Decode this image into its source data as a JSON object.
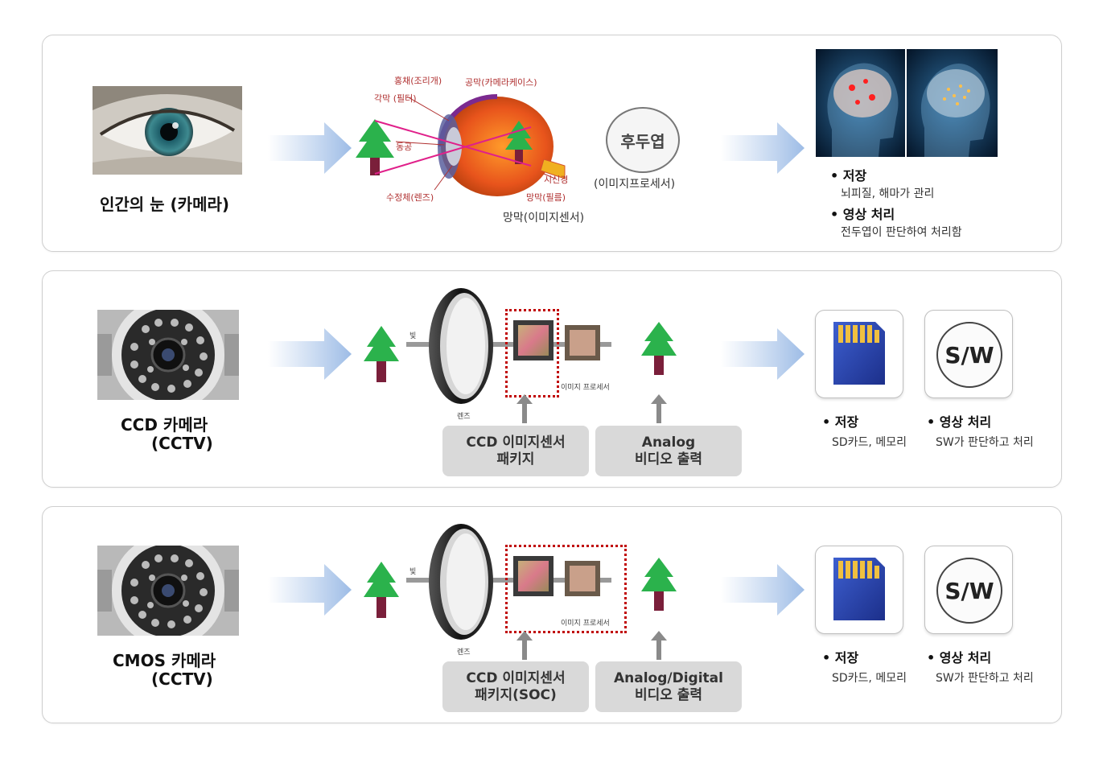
{
  "row1": {
    "title": "인간의 눈 (카메라)",
    "eye_labels": {
      "iris": "홍채(조리개)",
      "sclera": "공막(카메라케이스)",
      "cornea": "각막 (필터)",
      "pupil": "동공",
      "optic_nerve": "시신경",
      "lens": "수정체(렌즈)",
      "retina_film": "망막(필름)",
      "retina_sensor": "망막(이미지센서)"
    },
    "occipital": "후두엽",
    "occipital_sub": "(이미지프로세서)",
    "bullets": [
      {
        "title": "• 저장",
        "desc": "뇌피질, 해마가 관리"
      },
      {
        "title": "• 영상 처리",
        "desc": "전두엽이 판단하여 처리함"
      }
    ]
  },
  "row2": {
    "title_line1": "CCD 카메라",
    "title_line2": "(CCTV)",
    "light_label": "빛",
    "lens_label": "렌즈",
    "processor_label": "이미지 프로세서",
    "box1_line1": "CCD 이미지센서",
    "box1_line2": "패키지",
    "box2_line1": "Analog",
    "box2_line2": "비디오 출력",
    "sw": "S/W",
    "bullets": [
      {
        "title": "• 저장",
        "desc": "SD카드, 메모리"
      },
      {
        "title": "• 영상 처리",
        "desc": "SW가 판단하고 처리"
      }
    ]
  },
  "row3": {
    "title_line1": "CMOS 카메라",
    "title_line2": "(CCTV)",
    "light_label": "빛",
    "lens_label": "렌즈",
    "processor_label": "이미지 프로세서",
    "box1_line1": "CCD 이미지센서",
    "box1_line2": "패키지(SOC)",
    "box2_line1": "Analog/Digital",
    "box2_line2": "비디오 출력",
    "sw": "S/W",
    "bullets": [
      {
        "title": "• 저장",
        "desc": "SD카드, 메모리"
      },
      {
        "title": "• 영상 처리",
        "desc": "SW가 판단하고 처리"
      }
    ]
  },
  "colors": {
    "arrow": "#a9c4e8",
    "tree_green": "#2bb24c",
    "tree_trunk": "#7a1f3a",
    "dotted_red": "#c00000",
    "gray_box": "#d9d9d9"
  }
}
